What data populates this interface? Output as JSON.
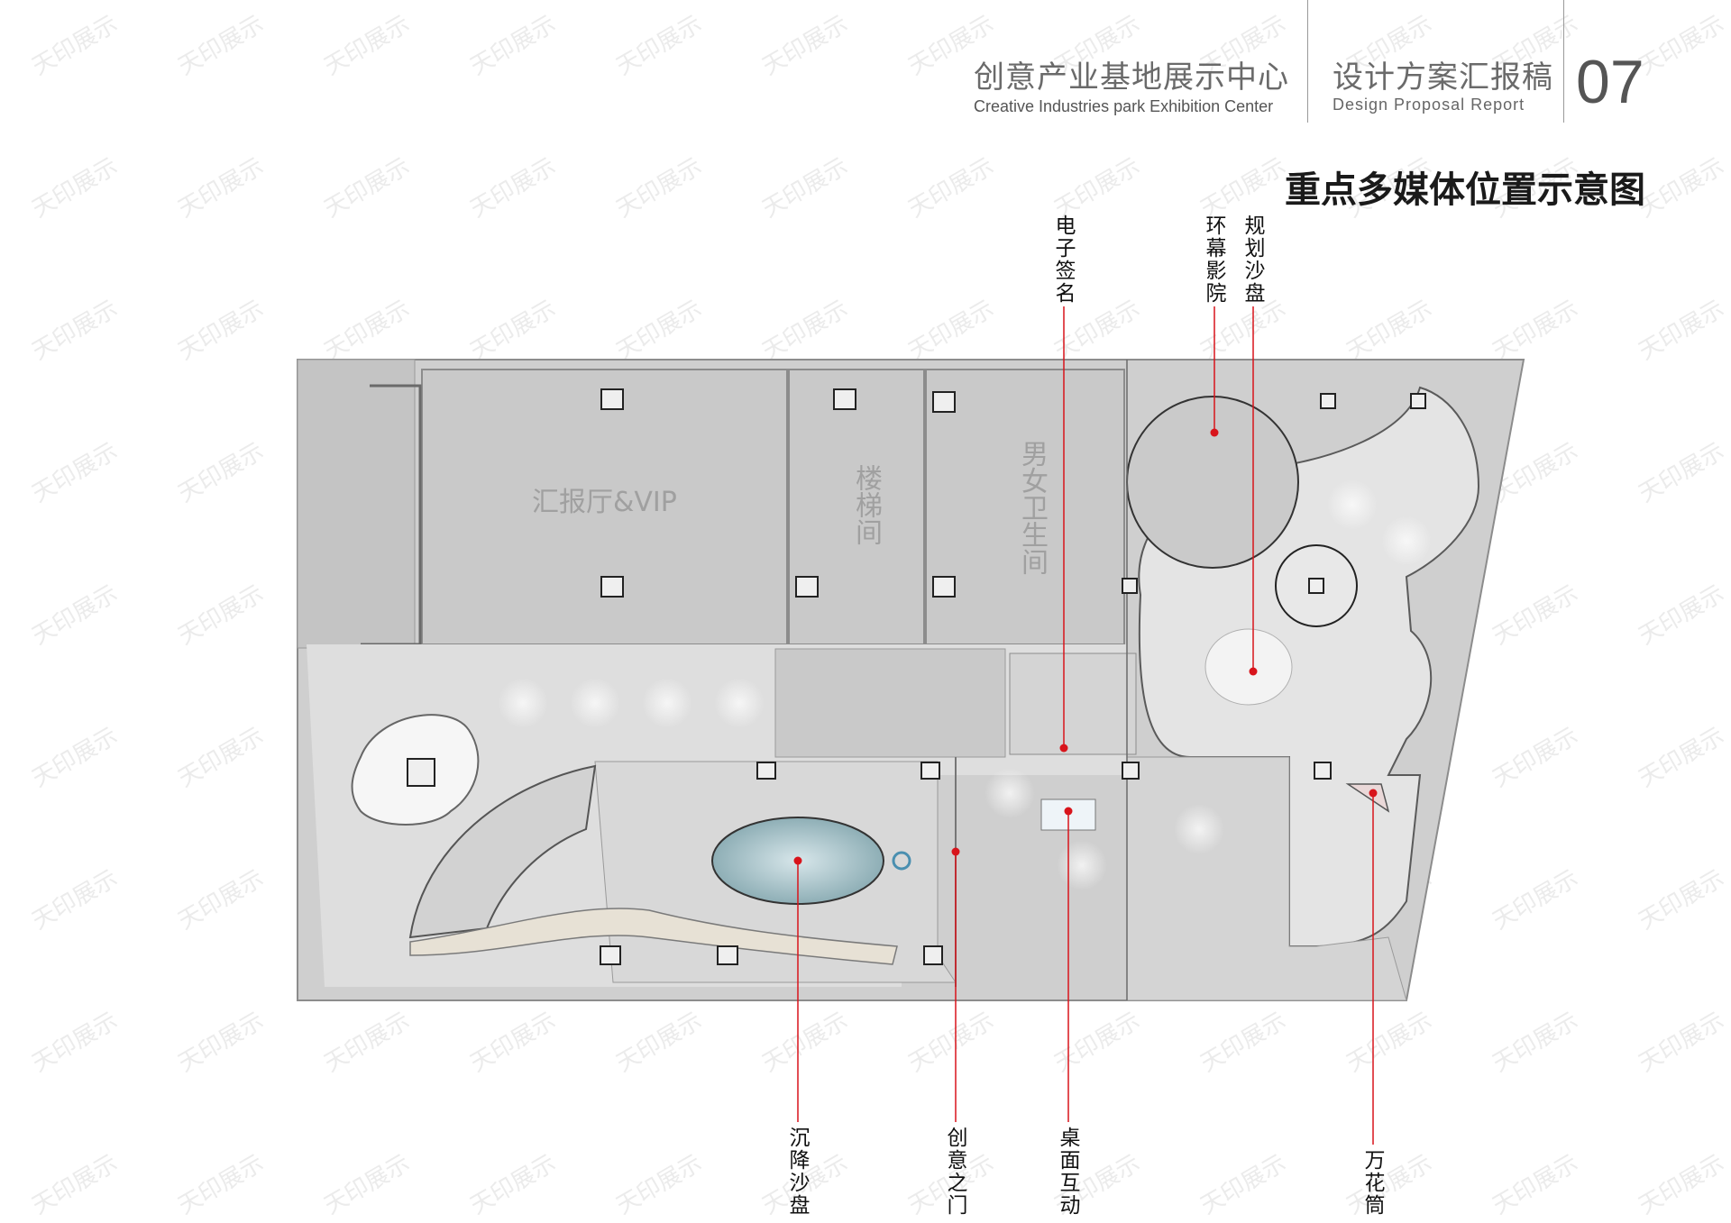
{
  "header": {
    "project_cn": "创意产业基地展示中心",
    "project_en": "Creative Industries park Exhibition Center",
    "report_cn": "设计方案汇报稿",
    "report_en": "Design Proposal Report",
    "page_number": "07"
  },
  "diagram": {
    "title": "重点多媒体位置示意图",
    "rooms": {
      "vip": "汇报厅&VIP",
      "stairs": "楼梯间",
      "restroom": "男女卫生间"
    },
    "callouts_top": {
      "e_sign": "电子签名",
      "cinema": "环幕影院",
      "planning_sandtable": "规划沙盘"
    },
    "callouts_bottom": {
      "sunken_sandtable": "沉降沙盘",
      "creative_gate": "创意之门",
      "table_interaction": "桌面互动",
      "kaleidoscope": "万花筒"
    },
    "watermark": "天印展示",
    "colors": {
      "marker": "#d8141b",
      "wall": "#9a9a9a",
      "floor": "#dcdcdc"
    }
  }
}
